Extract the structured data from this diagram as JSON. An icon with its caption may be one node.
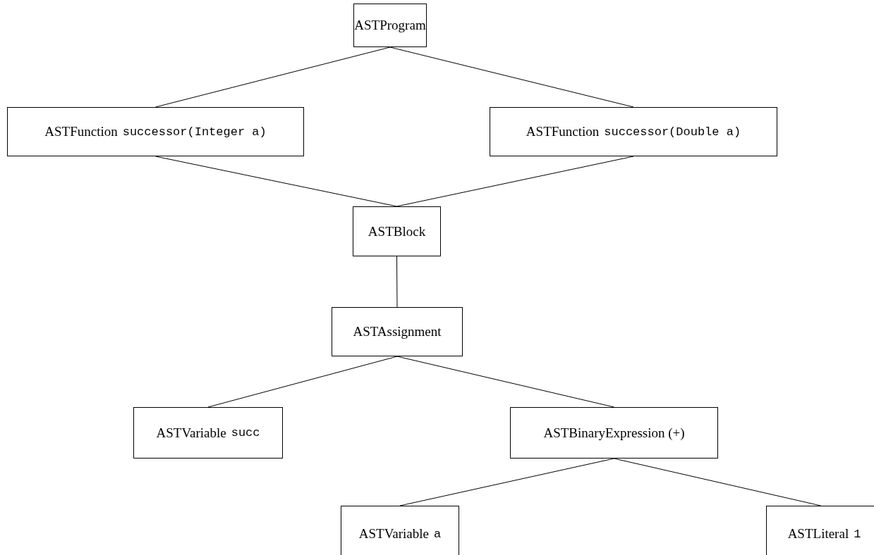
{
  "diagram": {
    "nodes": [
      {
        "text": [
          "ASTProgram"
        ]
      },
      {
        "text": [
          "ASTFunction",
          "successor(Integer a)"
        ]
      },
      {
        "text": [
          "ASTFunction",
          "successor(Double a)"
        ]
      },
      {
        "text": [
          "ASTBlock"
        ]
      },
      {
        "text": [
          "ASTAssignment"
        ]
      },
      {
        "text": [
          "ASTVariable",
          "succ"
        ]
      },
      {
        "text": [
          "ASTBinaryExpression (+)"
        ]
      },
      {
        "text": [
          "ASTVariable",
          "a"
        ]
      },
      {
        "text": [
          "ASTLiteral",
          "1"
        ]
      }
    ],
    "edges": [
      {
        "from": 0,
        "to": 1,
        "arrow": "none"
      },
      {
        "from": 0,
        "to": 2,
        "arrow": "none"
      },
      {
        "from": 1,
        "to": 3,
        "arrow": "none"
      },
      {
        "from": 2,
        "to": 3,
        "arrow": "none"
      },
      {
        "from": 3,
        "to": 4,
        "arrow": "none"
      },
      {
        "from": 4,
        "to": 5,
        "arrow": "none"
      },
      {
        "from": 4,
        "to": 6,
        "arrow": "none"
      },
      {
        "from": 6,
        "to": 7,
        "arrow": "none"
      },
      {
        "from": 6,
        "to": 8,
        "arrow": "none"
      }
    ]
  }
}
